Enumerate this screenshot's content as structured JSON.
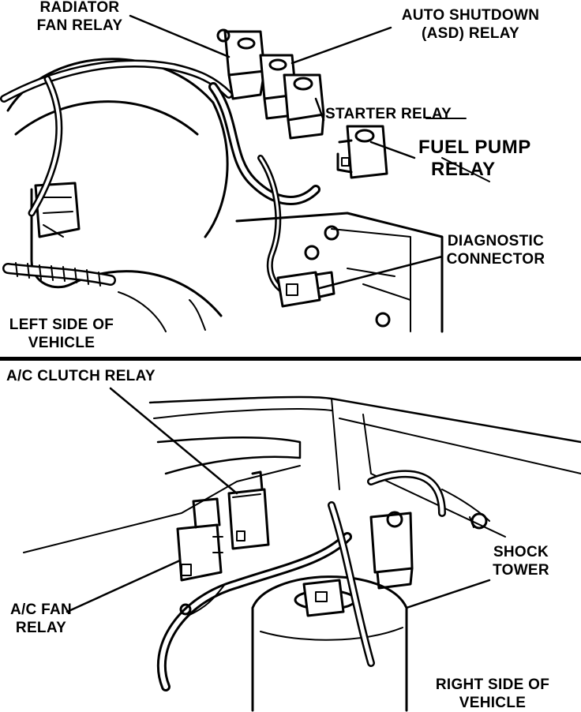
{
  "colors": {
    "ink": "#000000",
    "paper": "#ffffff"
  },
  "top_panel": {
    "labels": {
      "radiator_fan_relay": [
        "RADIATOR",
        "FAN RELAY"
      ],
      "asd_relay": [
        "AUTO SHUTDOWN",
        "(ASD) RELAY"
      ],
      "starter_relay": [
        "STARTER RELAY"
      ],
      "fuel_pump_relay": [
        "FUEL PUMP",
        "RELAY"
      ],
      "diagnostic_connector": [
        "DIAGNOSTIC",
        "CONNECTOR"
      ],
      "left_side": [
        "LEFT SIDE OF",
        "VEHICLE"
      ]
    }
  },
  "bottom_panel": {
    "labels": {
      "ac_clutch_relay": [
        "A/C CLUTCH RELAY"
      ],
      "ac_fan_relay": [
        "A/C FAN",
        "RELAY"
      ],
      "shock_tower": [
        "SHOCK",
        "TOWER"
      ],
      "right_side": [
        "RIGHT SIDE OF",
        "VEHICLE"
      ]
    }
  }
}
